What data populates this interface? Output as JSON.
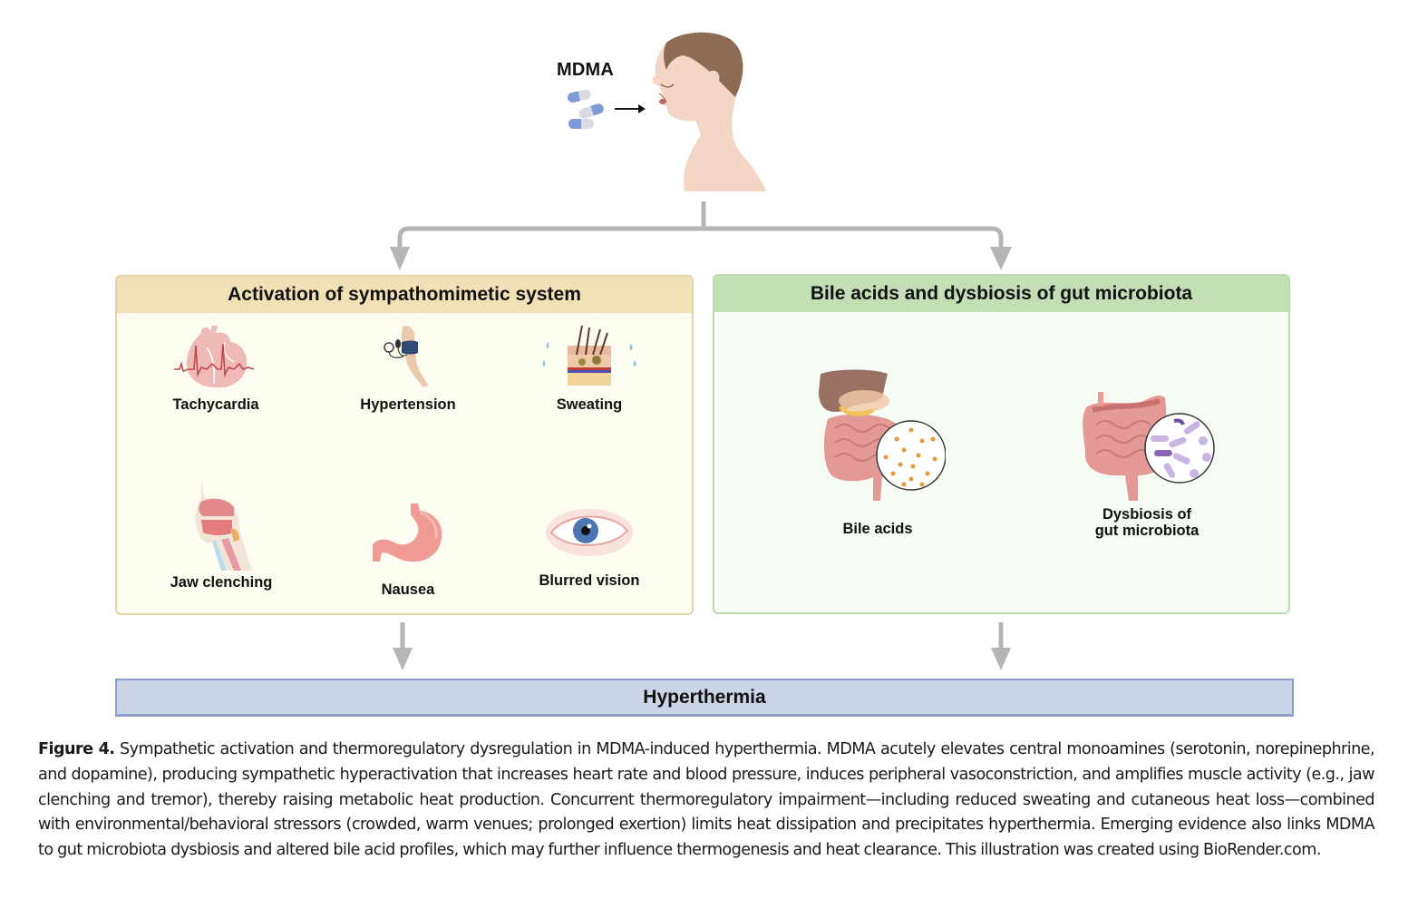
{
  "source": {
    "drug_label": "MDMA",
    "pills_icon": "capsule-pills-icon",
    "arrow_icon": "right-arrow-icon",
    "person_icon": "human-head-profile-icon"
  },
  "left_panel": {
    "title": "Activation of sympathomimetic system",
    "header_color": "#f2e1b6",
    "items": [
      {
        "label": "Tachycardia",
        "icon": "heart-ecg-icon"
      },
      {
        "label": "Hypertension",
        "icon": "blood-pressure-cuff-icon"
      },
      {
        "label": "Sweating",
        "icon": "skin-sweat-icon"
      },
      {
        "label": "Jaw clenching",
        "icon": "head-sagittal-icon"
      },
      {
        "label": "Nausea",
        "icon": "stomach-icon"
      },
      {
        "label": "Blurred vision",
        "icon": "eye-icon"
      }
    ]
  },
  "right_panel": {
    "title": "Bile acids and dysbiosis of gut microbiota",
    "header_color": "#c3dfb6",
    "items": [
      {
        "label": "Bile acids",
        "icon": "liver-intestine-bile-icon"
      },
      {
        "label_line1": "Dysbiosis of",
        "label_line2": "gut microbiota",
        "icon": "intestine-bacteria-icon"
      }
    ]
  },
  "outcome": {
    "label": "Hyperthermia",
    "color": "#ccd5e7"
  },
  "caption": {
    "figure_label": "Figure 4.",
    "text": "Sympathetic activation and thermoregulatory dysregulation in MDMA-induced hyperthermia. MDMA acutely elevates central monoamines (serotonin, norepinephrine, and dopamine), producing sympathetic hyperactivation that increases heart rate and blood pressure, induces peripheral vasoconstriction, and amplifies muscle activity (e.g., jaw clenching and tremor), thereby raising metabolic heat production. Concurrent thermoregulatory impairment—including reduced sweating and cutaneous heat loss—combined with environmental/behavioral stressors (crowded, warm venues; prolonged exertion) limits heat dissipation and precipitates hyperthermia. Emerging evidence also links MDMA to gut microbiota dysbiosis and altered bile acid profiles, which may further influence thermogenesis and heat clearance. This illustration was created using BioRender.com."
  }
}
